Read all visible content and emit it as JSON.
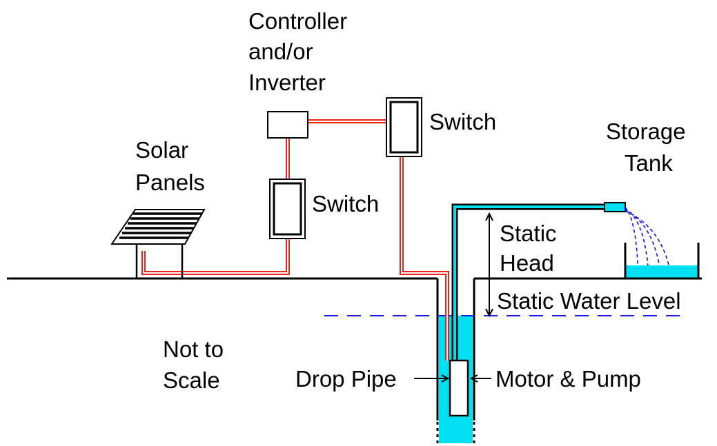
{
  "labels": {
    "controller_line1": "Controller",
    "controller_line2": "and/or",
    "controller_line3": "Inverter",
    "switch_top": "Switch",
    "switch_mid": "Switch",
    "solar_line1": "Solar",
    "solar_line2": "Panels",
    "tank_line1": "Storage",
    "tank_line2": "Tank",
    "static_head_line1": "Static",
    "static_head_line2": "Head",
    "static_water_level": "Static Water Level",
    "not_to_scale_line1": "Not to",
    "not_to_scale_line2": "Scale",
    "drop_pipe": "Drop Pipe",
    "motor_pump": "Motor & Pump"
  },
  "colors": {
    "wire": "#e8231c",
    "water": "#00e0f0",
    "water_stream": "#1010e0",
    "water_level_dash": "#1a1ae6",
    "outline": "#000000"
  }
}
